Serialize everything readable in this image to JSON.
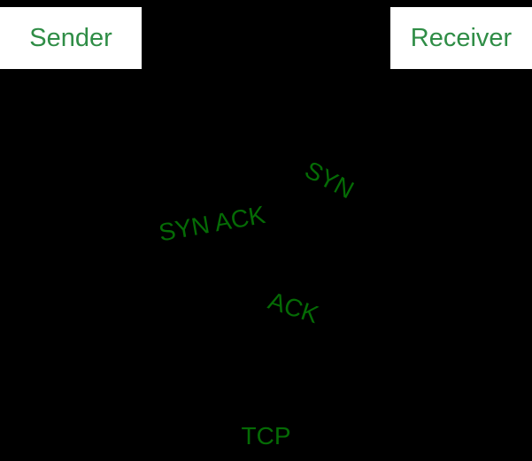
{
  "diagram": {
    "sender_label": "Sender",
    "receiver_label": "Receiver",
    "messages": [
      {
        "label": "SYN"
      },
      {
        "label": "SYN ACK"
      },
      {
        "label": "ACK"
      }
    ],
    "caption": "TCP"
  },
  "colors": {
    "background": "#000000",
    "box_fill": "#ffffff",
    "endpoint_text": "#2f8d46",
    "message_text": "#056b05"
  }
}
